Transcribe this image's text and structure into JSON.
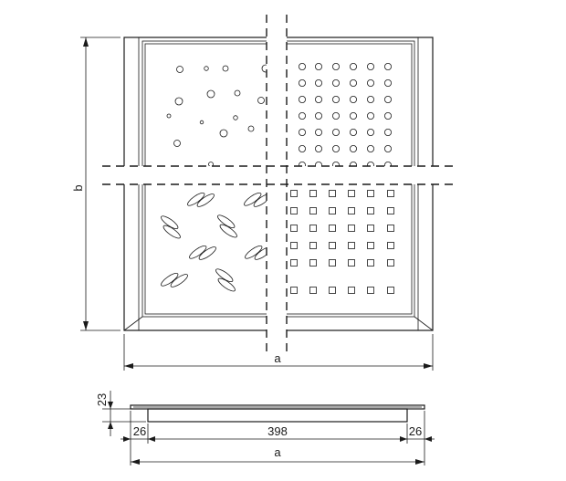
{
  "drawing": {
    "dimension_width_label": "a",
    "dimension_height_label": "b",
    "section_height": "23",
    "section_left_flange": "26",
    "section_inner_width": "398",
    "section_right_flange": "26",
    "section_total_label": "a"
  },
  "hole_patterns": {
    "top_left": "random-round-holes",
    "top_right": "round-hole-grid",
    "bottom_left": "oval-slot-pairs",
    "bottom_right": "square-hole-grid"
  }
}
